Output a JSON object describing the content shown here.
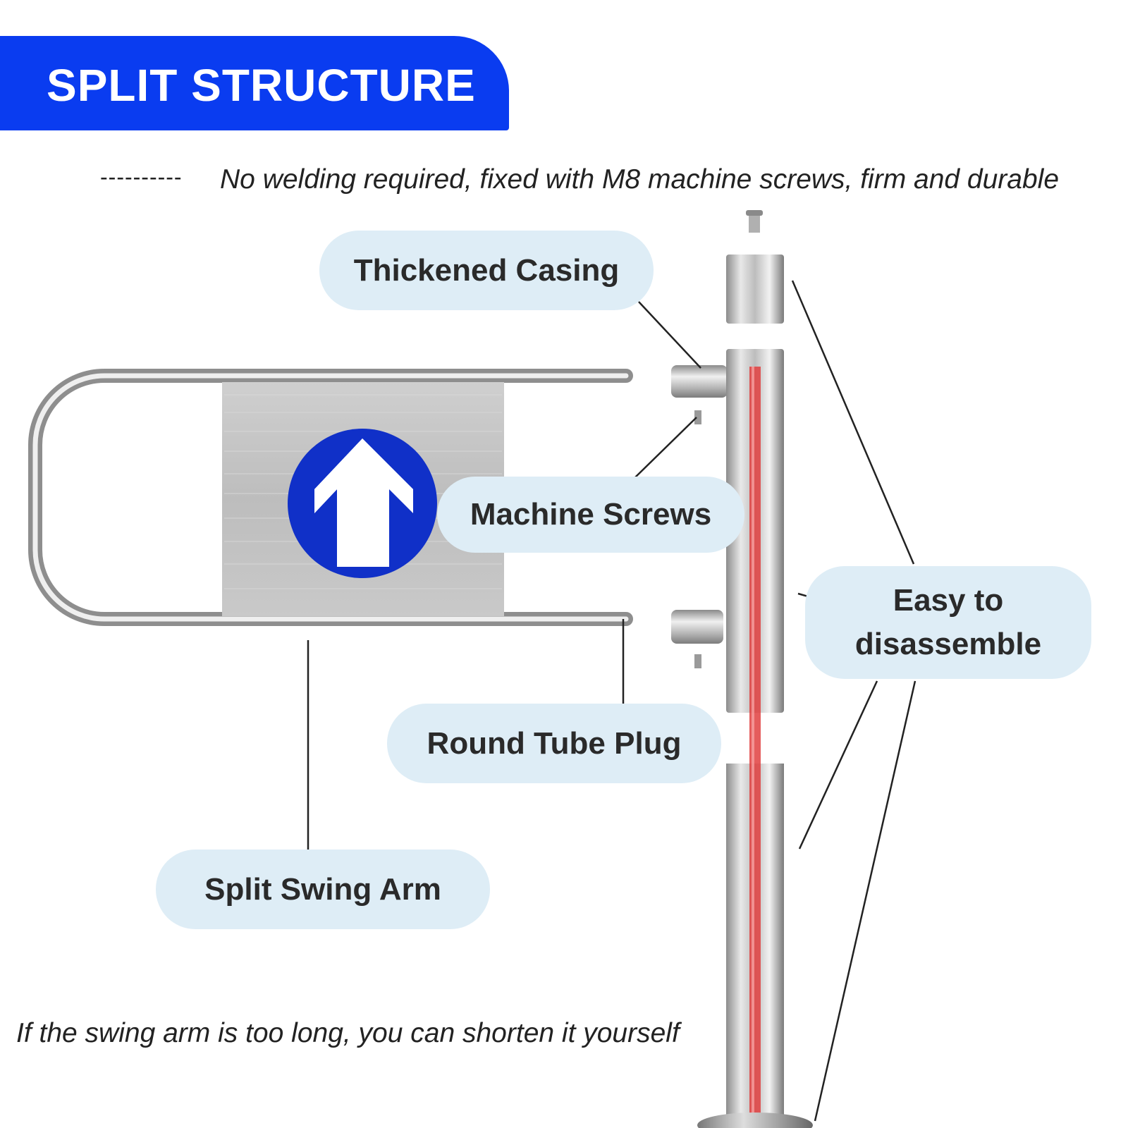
{
  "header": {
    "title": "SPLIT STRUCTURE",
    "accent_color": "#0a3cf0"
  },
  "subtitle": {
    "dashes": "----------",
    "text": "No welding required, fixed with M8 machine screws, firm and durable"
  },
  "callouts": {
    "thickened_casing": "Thickened Casing",
    "machine_screws": "Machine Screws",
    "easy_to_disassemble": "Easy to disassemble",
    "round_tube_plug": "Round Tube Plug",
    "split_swing_arm": "Split Swing Arm"
  },
  "footnote": "If the swing arm is too long, you can shorten it yourself",
  "icons": {
    "gate_sign": "up-arrow-icon"
  },
  "colors": {
    "callout_bg": "#deedf6",
    "sign_blue": "#1030c8",
    "stripe_red": "#e04040"
  }
}
